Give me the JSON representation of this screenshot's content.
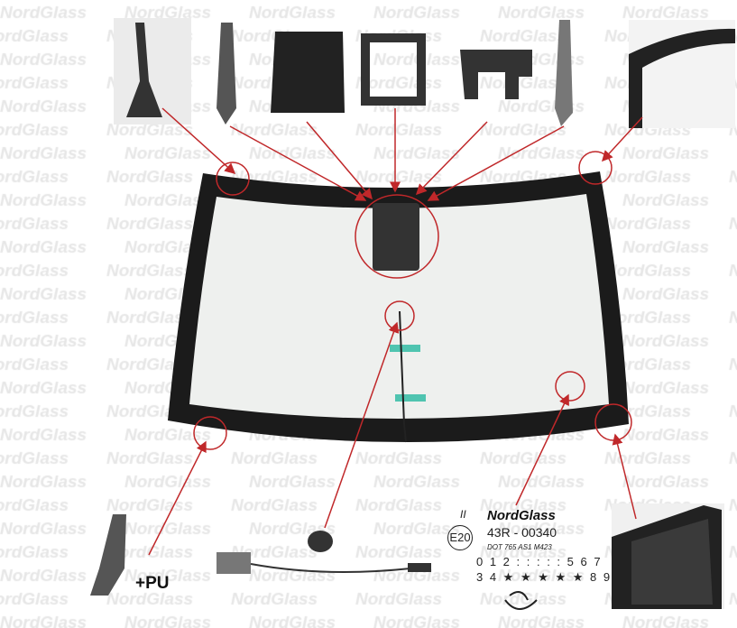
{
  "watermark": {
    "text": "NordGlass"
  },
  "marking": {
    "brand": "NordGlass",
    "roman_numeral": "II",
    "e_mark": "E20",
    "approval_number": "43R - 00340",
    "dot_line": "DOT 765 AS1 M423",
    "date_code_row1": "0 1 2 : : : : : 5 6 7",
    "date_code_row2": "3 4 ★ ★ ★ ★ ★ 8 9"
  },
  "accessory_note": "+PU",
  "colors": {
    "annotation": "#c0282a",
    "frame": "#1b1b1b",
    "glass": "#eef0ee",
    "tape": "#4fc4b0"
  }
}
